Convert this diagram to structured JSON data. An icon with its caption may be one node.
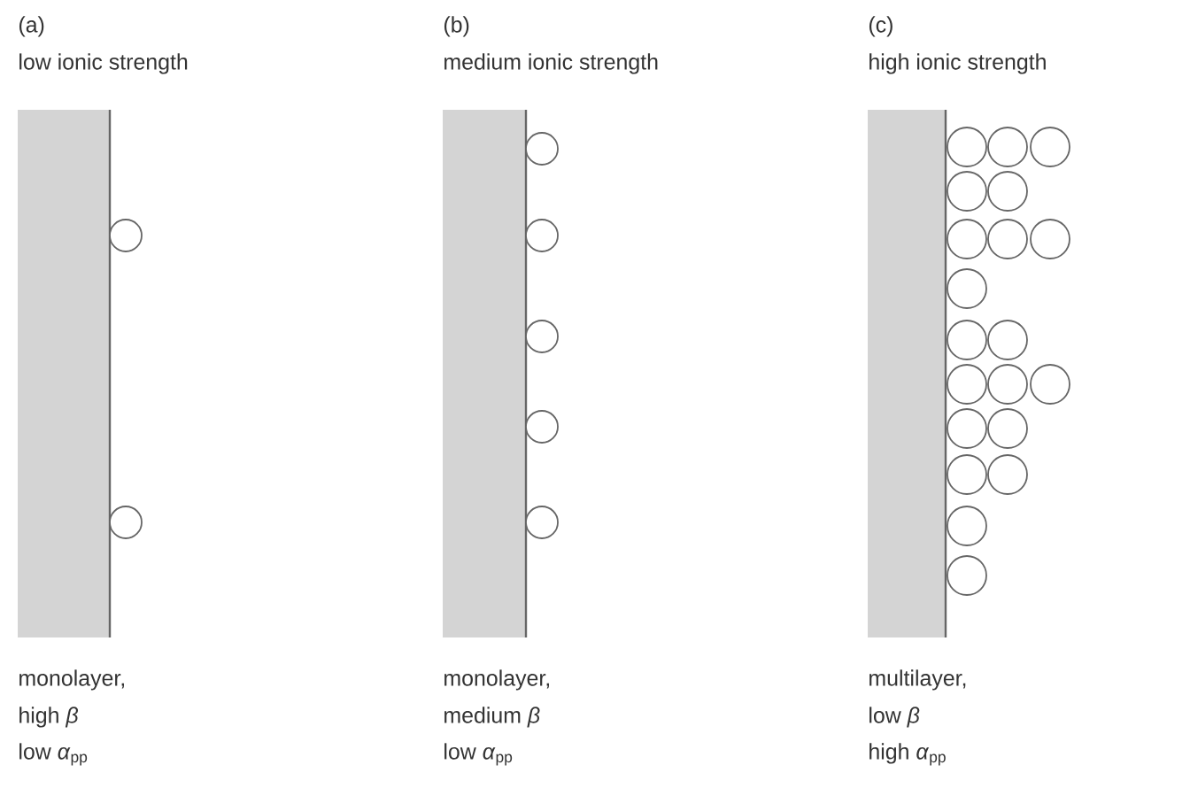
{
  "diagram": {
    "labels": [
      "(a)",
      "low ionic strength",
      "(b)",
      "medium ionic strength",
      "(c)",
      "high ionic strength",
      "monolayer,",
      "high *β*",
      "low *α*$_{pp}$",
      "monolayer,",
      "medium *β*",
      "low *α*$_{pp}$",
      "multilayer,",
      "low *β*",
      "high *α*$_{pp}$"
    ]
  }
}
